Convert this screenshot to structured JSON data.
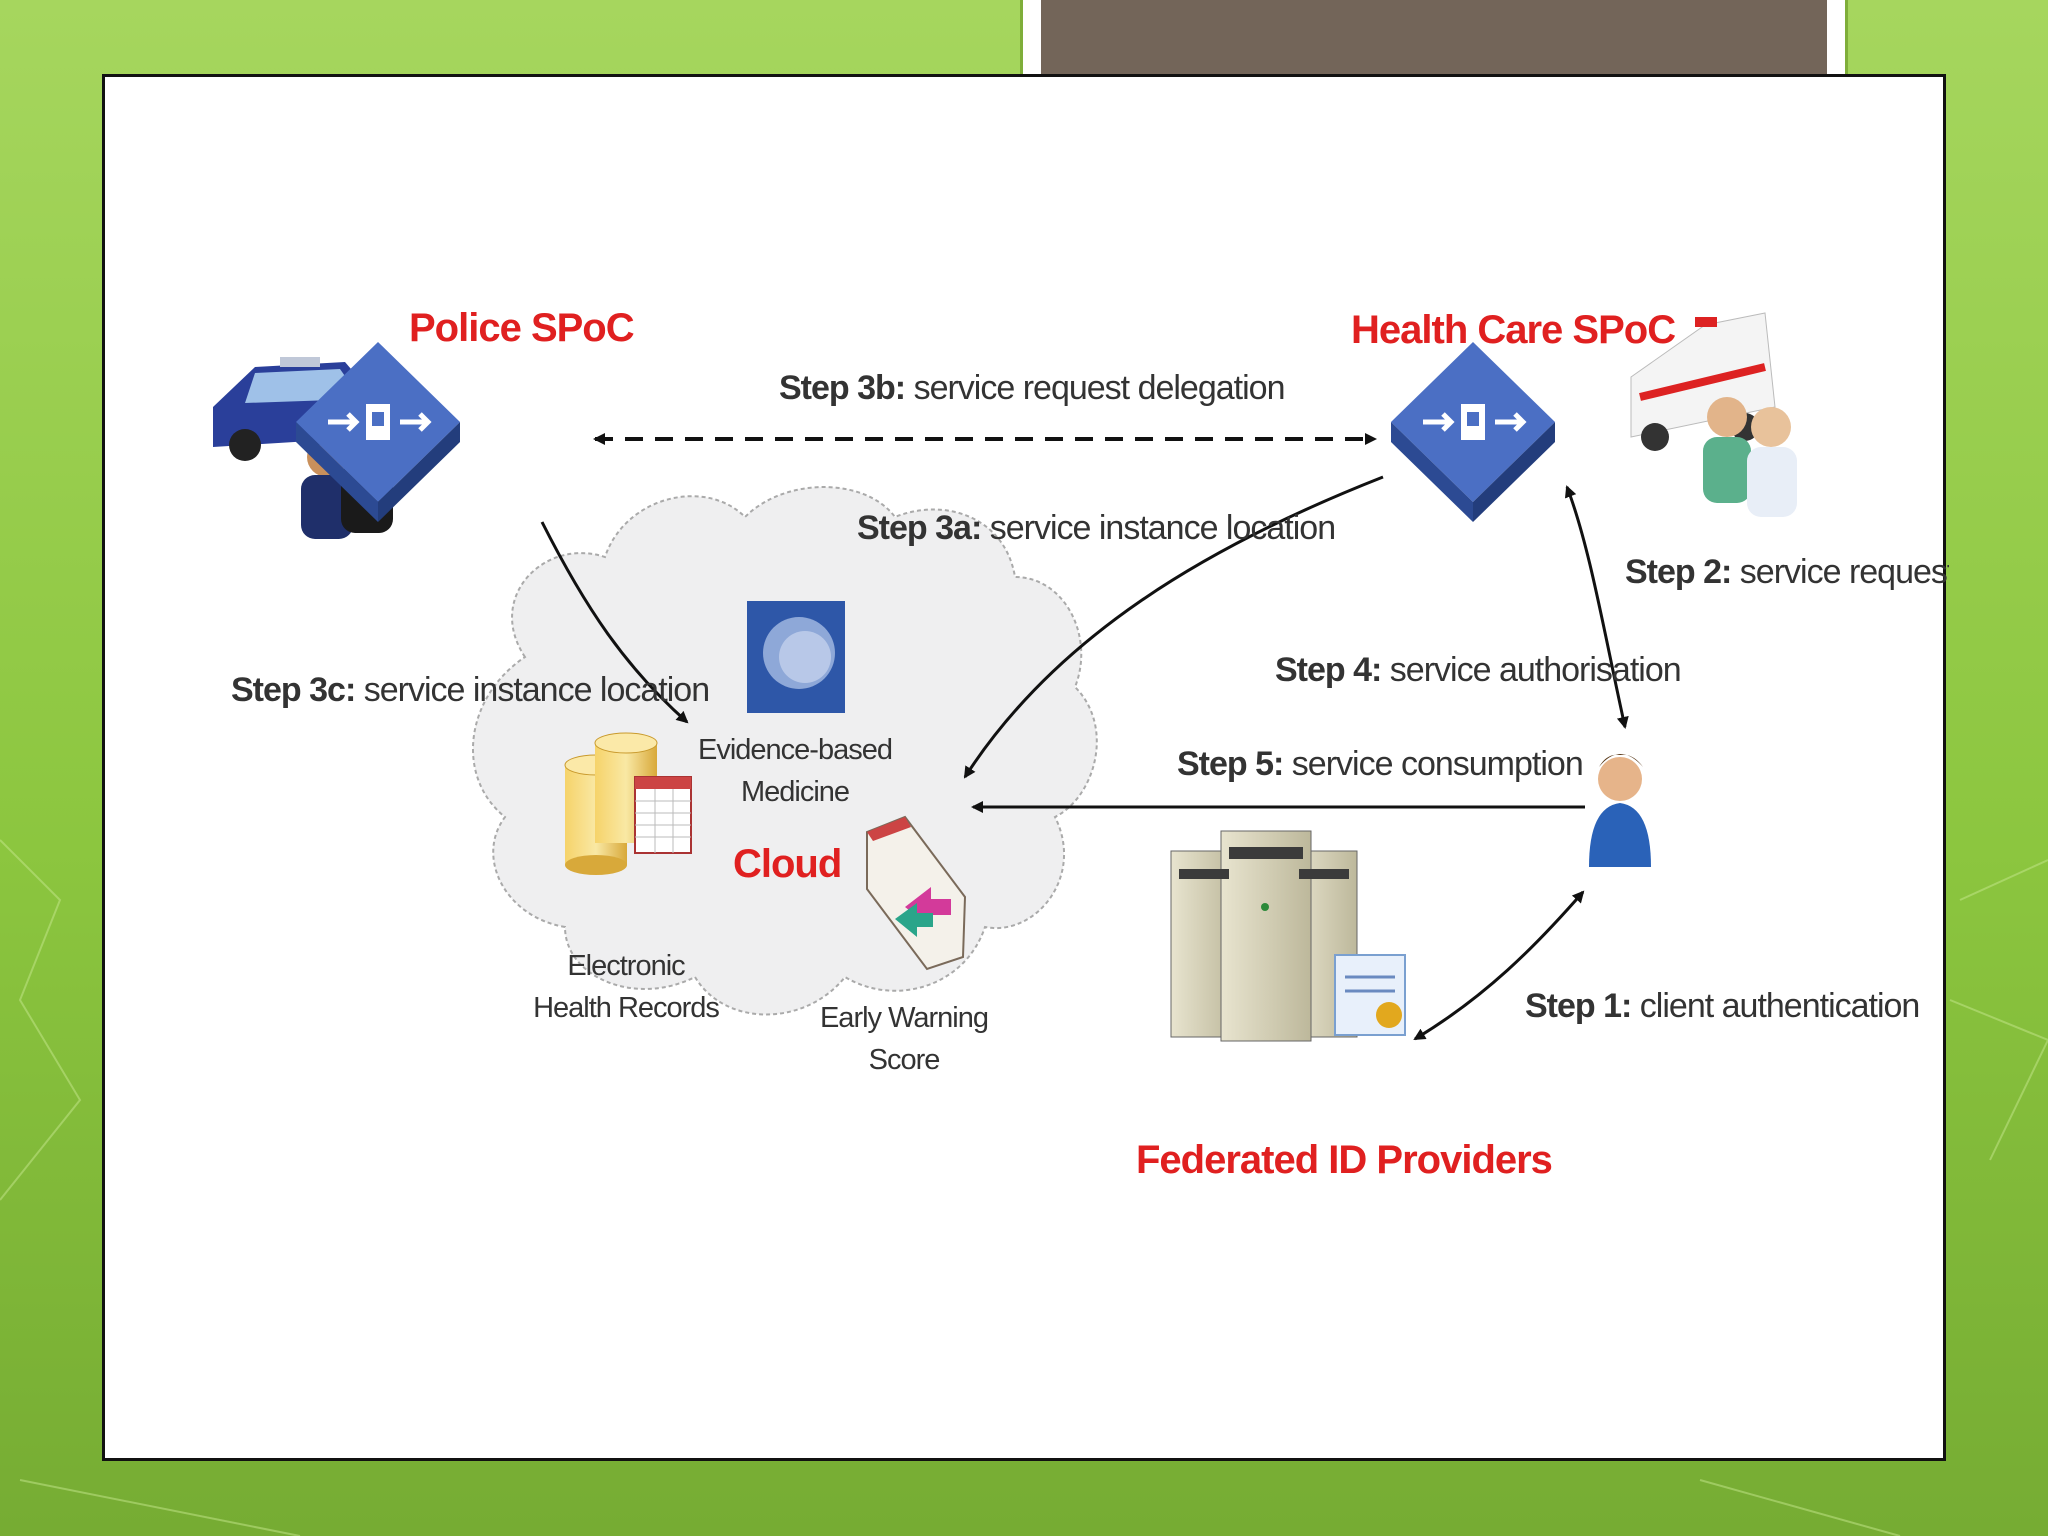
{
  "diagram": {
    "nodes": {
      "police_spoc": "Police SPoC",
      "health_spoc": "Health Care SPoC",
      "cloud": "Cloud",
      "federated_id": "Federated ID Providers",
      "evidence_line1": "Evidence-based",
      "evidence_line2": "Medicine",
      "ehr_line1": "Electronic",
      "ehr_line2": "Health Records",
      "ews_line1": "Early Warning",
      "ews_line2": "Score"
    },
    "steps": {
      "s3b_key": "Step 3b:",
      "s3b_text": " service request delegation",
      "s3a_key": "Step 3a:",
      "s3a_text": " service instance location",
      "s3c_key": "Step 3c:",
      "s3c_text": " service instance location",
      "s2_key": "Step 2:",
      "s2_text": " service request",
      "s4_key": "Step 4:",
      "s4_text": " service authorisation",
      "s5_key": "Step 5:",
      "s5_text": " service consumption",
      "s1_key": "Step 1:",
      "s1_text": " client authentication"
    },
    "icons": [
      "police-car-icon",
      "police-officers-icon",
      "router-icon",
      "ambulance-icon",
      "medical-staff-icon",
      "database-icon",
      "spreadsheet-icon",
      "book-icon",
      "chart-window-icon",
      "user-icon",
      "server-icon",
      "certificate-icon",
      "cloud-icon"
    ],
    "colors": {
      "title_bar": "#736559",
      "label_red": "#e02020",
      "router_blue": "#3f63b3",
      "slide_green": "#8cc63f"
    }
  }
}
